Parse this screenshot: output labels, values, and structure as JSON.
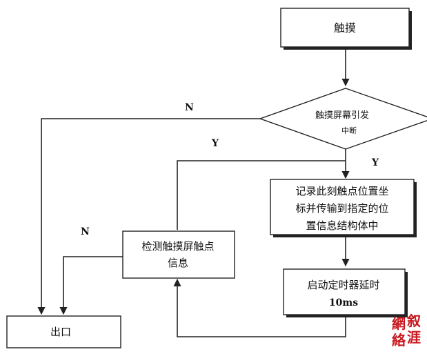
{
  "nodes": {
    "touch": "触摸",
    "interrupt_line1": "触摸屏幕引发",
    "interrupt_line2": "中断",
    "record_line1": "记录此刻触点位置坐",
    "record_line2": "标并传输到指定的位",
    "record_line3": "置信息结构体中",
    "detect_line1": "检测触摸屏触点",
    "detect_line2": "信息",
    "timer_line1": "启动定时器延时",
    "timer_line2": "10ms",
    "exit": "出口"
  },
  "edge_labels": {
    "n_top": "N",
    "y_loop": "Y",
    "y_down": "Y",
    "n_left": "N"
  },
  "watermark": {
    "chars": [
      "叙",
      "涯",
      "網",
      "絡"
    ],
    "color": "#c8171e"
  }
}
